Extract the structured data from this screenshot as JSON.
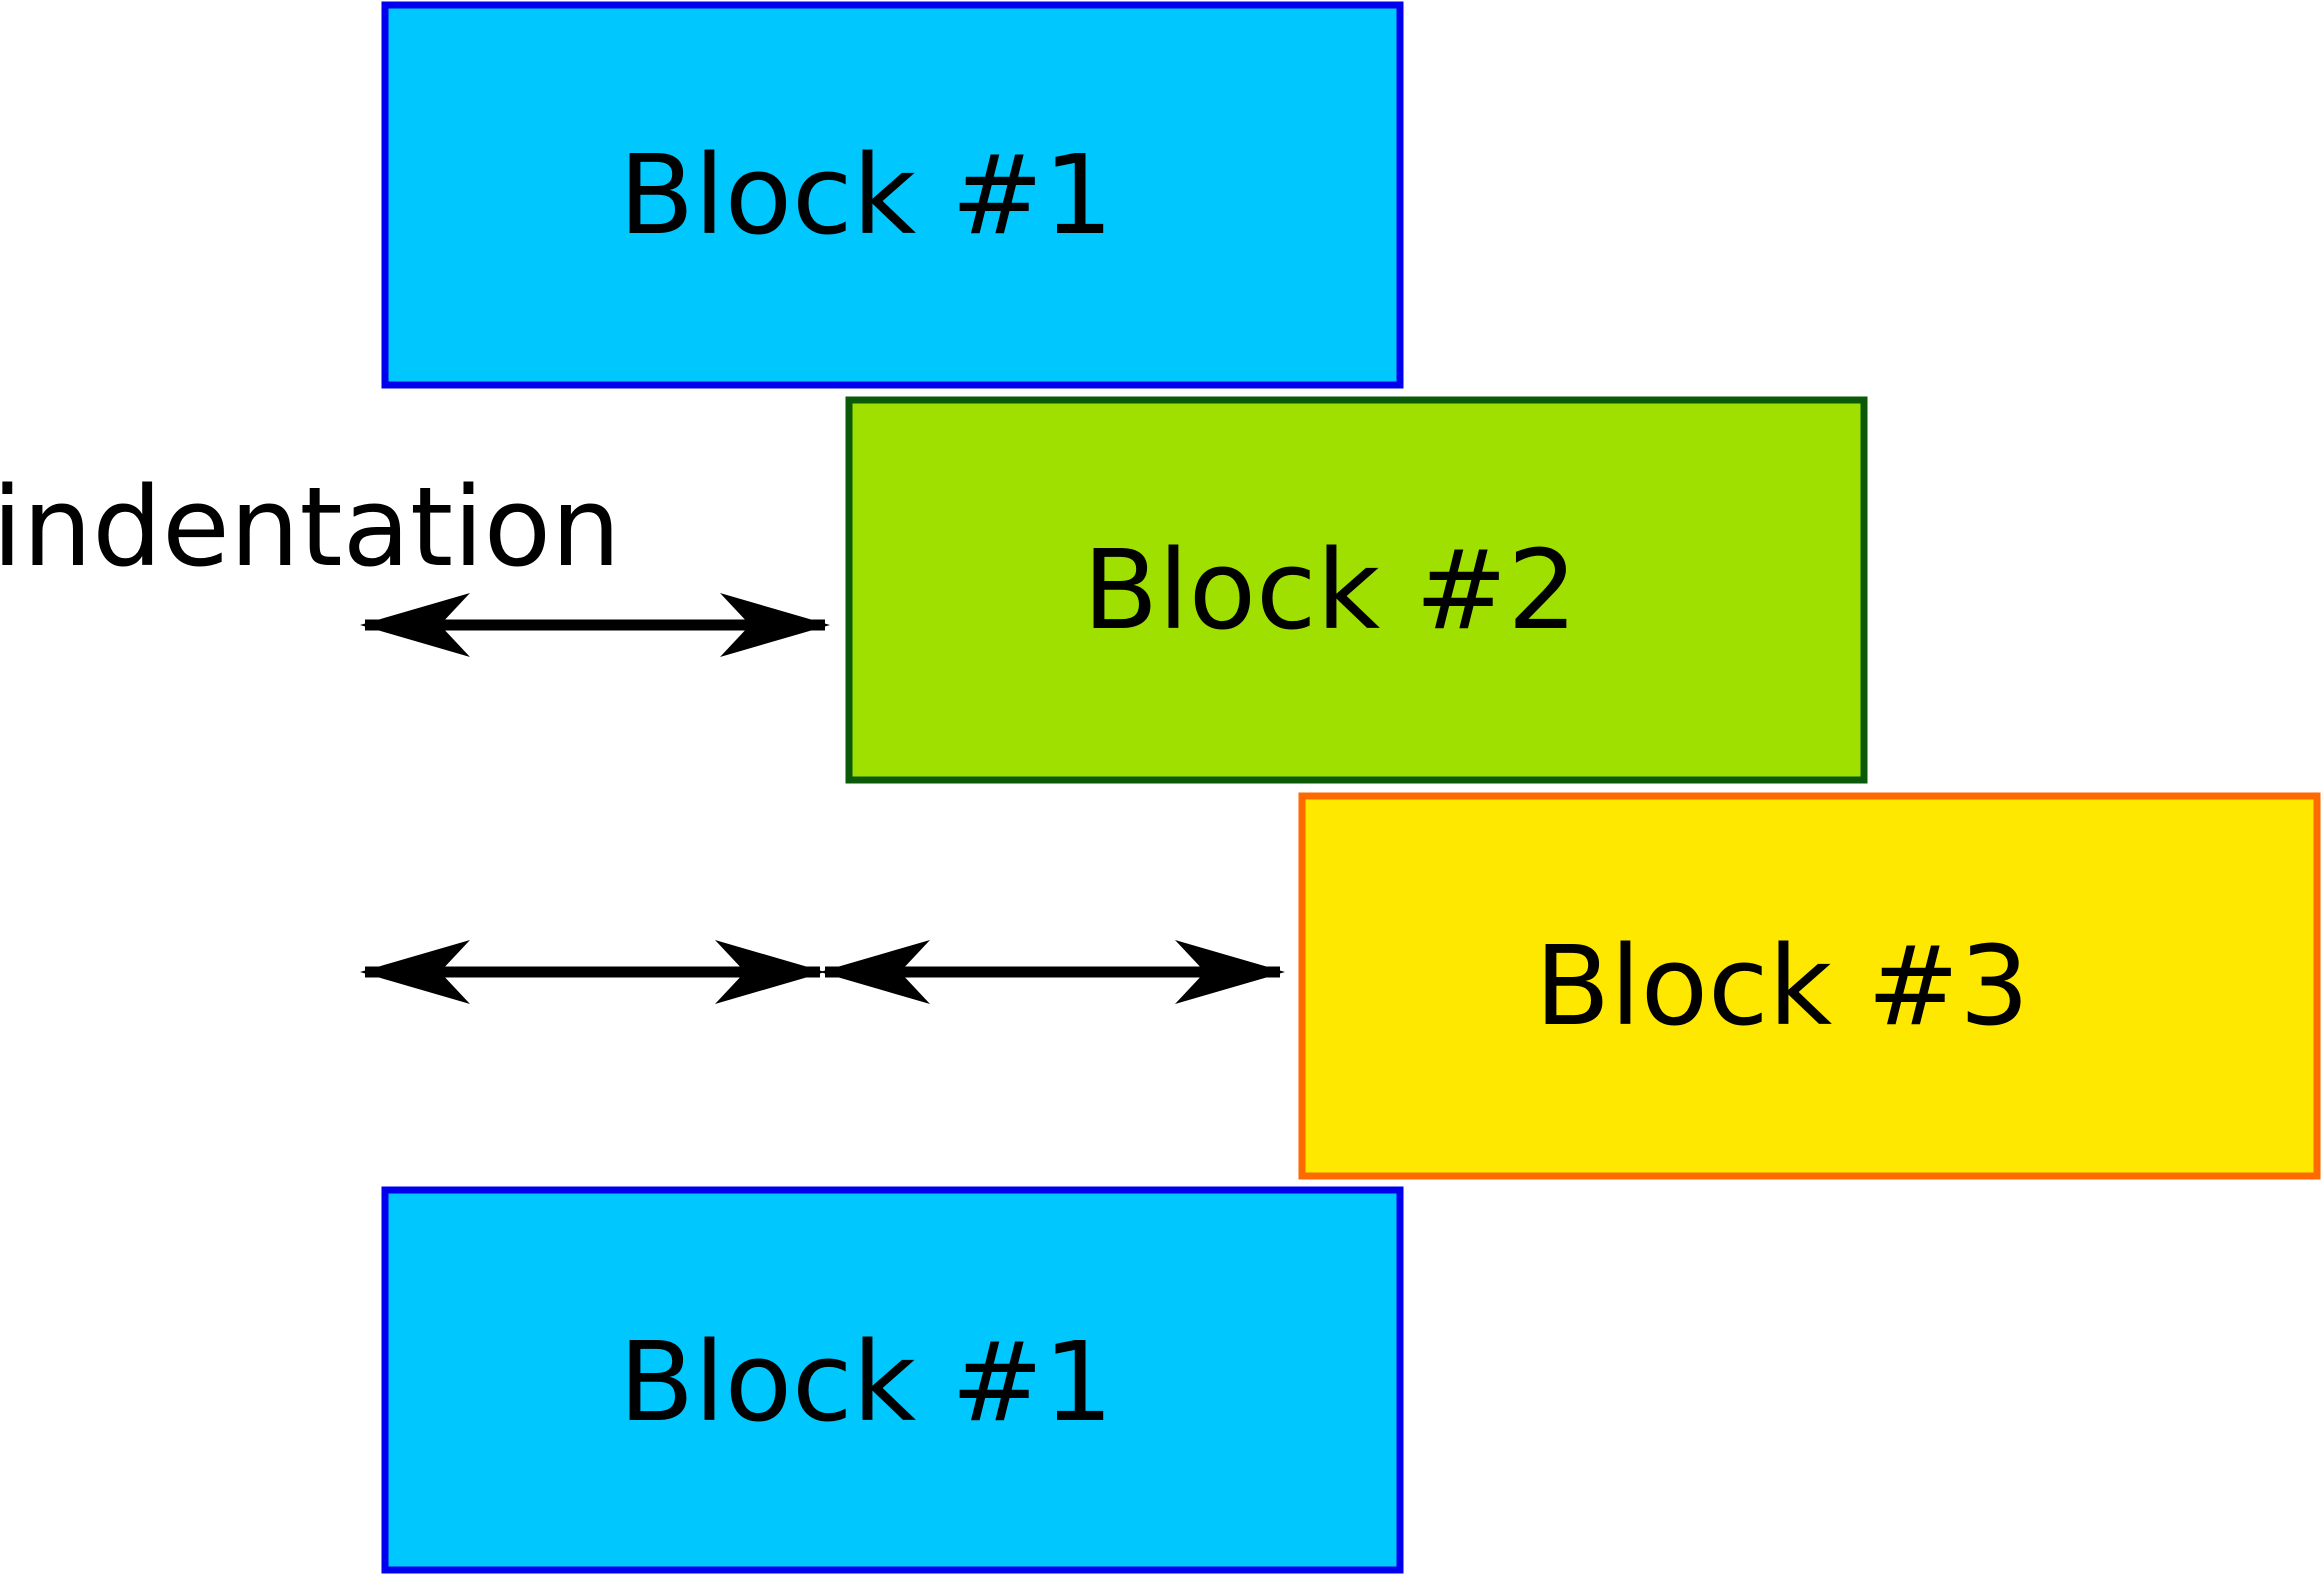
{
  "blocks": [
    {
      "label": "Block #1",
      "fill": "#00C8FF",
      "stroke": "#0000EE"
    },
    {
      "label": "Block #2",
      "fill": "#A0E000",
      "stroke": "#0A5A0A"
    },
    {
      "label": "Block #3",
      "fill": "#FFE800",
      "stroke": "#FF6A00"
    },
    {
      "label": "Block #1",
      "fill": "#00C8FF",
      "stroke": "#0000EE"
    }
  ],
  "indentation_label": "indentation",
  "arrow_color": "#000000"
}
